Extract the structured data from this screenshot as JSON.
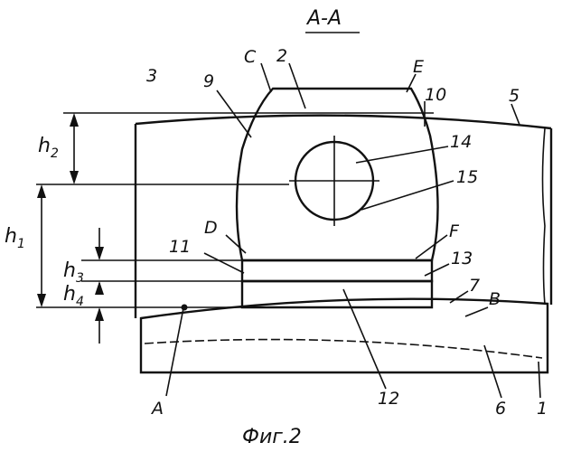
{
  "section_label": "A-A",
  "caption": "Фиг.2",
  "part_labels": {
    "c": "C",
    "n2": "2",
    "e": "E",
    "n3": "3",
    "n9": "9",
    "n10": "10",
    "n5": "5",
    "n14": "14",
    "n15": "15",
    "d": "D",
    "f": "F",
    "n11": "11",
    "n13": "13",
    "n7": "7",
    "b": "B",
    "a": "A",
    "n12": "12",
    "n6": "6",
    "n1": "1"
  },
  "dimension_labels": {
    "h2": "h",
    "h2_sub": "2",
    "h1": "h",
    "h1_sub": "1",
    "h3": "h",
    "h3_sub": "3",
    "h4": "h",
    "h4_sub": "4"
  }
}
